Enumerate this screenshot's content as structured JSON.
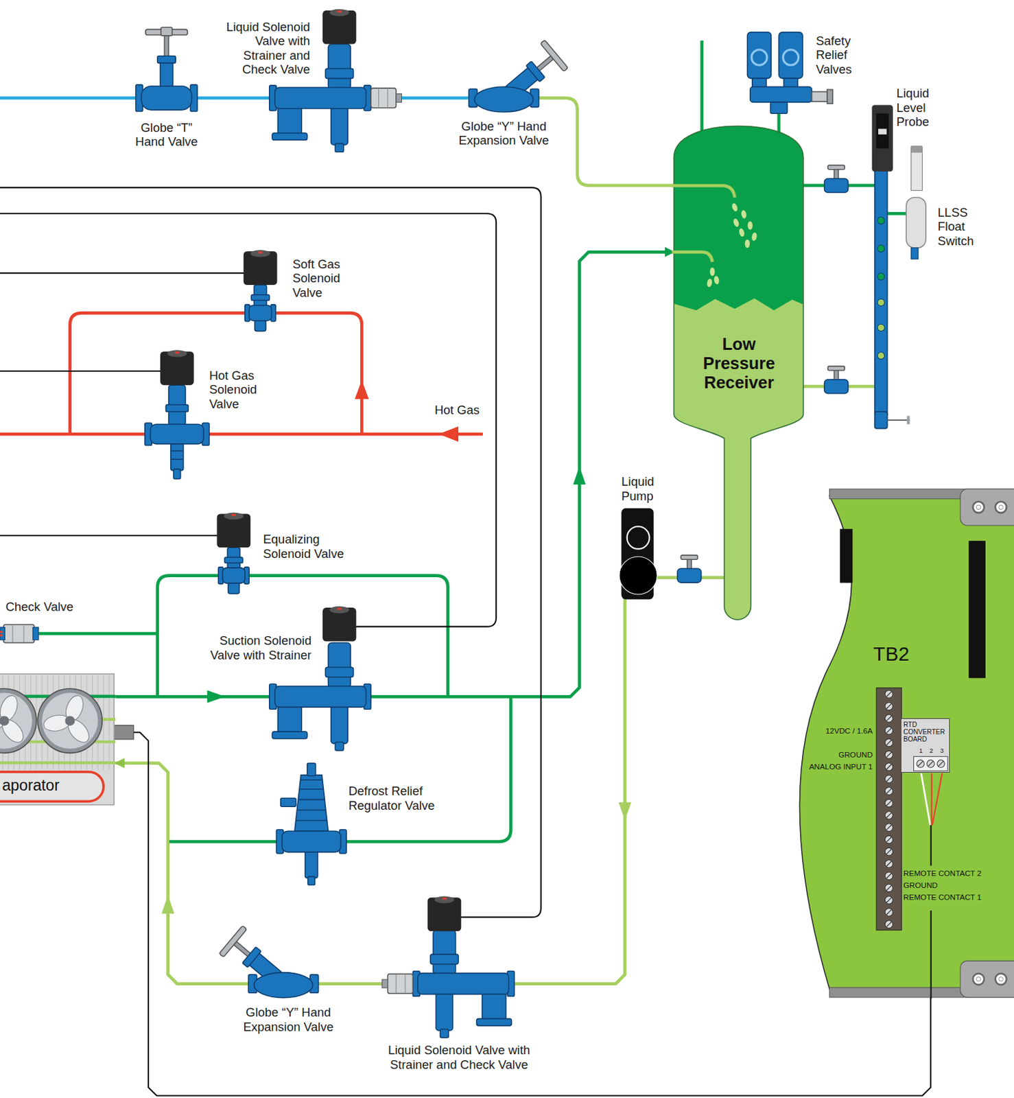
{
  "diagram": {
    "nodes": [
      {
        "text": [
          "Low Pressure Receiver"
        ]
      },
      {
        "text": [
          "TB2",
          "12VDC / 1.6A",
          "GROUND",
          "ANALOG INPUT 1",
          "REMOTE CONTACT 2",
          "GROUND",
          "REMOTE CONTACT 1"
        ]
      },
      {
        "text": [
          "RTD CONVERTER BOARD",
          "1",
          "2",
          "3"
        ],
        "in": 1
      },
      {
        "text": [
          "aporator"
        ]
      }
    ],
    "edges": [
      {
        "from": 3,
        "to": 0,
        "arrow": "to"
      },
      {
        "from": 0,
        "to": 3,
        "arrow": "to"
      },
      {
        "from": 3,
        "to": 1,
        "arrow": "none"
      }
    ],
    "labels": [
      "Globe “T” Hand Valve",
      "Liquid Solenoid Valve with Strainer and Check Valve",
      "Globe “Y” Hand Expansion Valve",
      "Safety Relief Valves",
      "Liquid Level Probe",
      "LLSS Float Switch",
      "Soft Gas Solenoid Valve",
      "Hot Gas Solenoid Valve",
      "Hot Gas",
      "Liquid Pump",
      "Equalizing Solenoid Valve",
      "Check Valve",
      "Suction Solenoid Valve with Strainer",
      "Defrost Relief Regulator Valve",
      "Globe “Y” Hand Expansion Valve",
      "Liquid Solenoid Valve with Strainer and Check Valve"
    ]
  }
}
